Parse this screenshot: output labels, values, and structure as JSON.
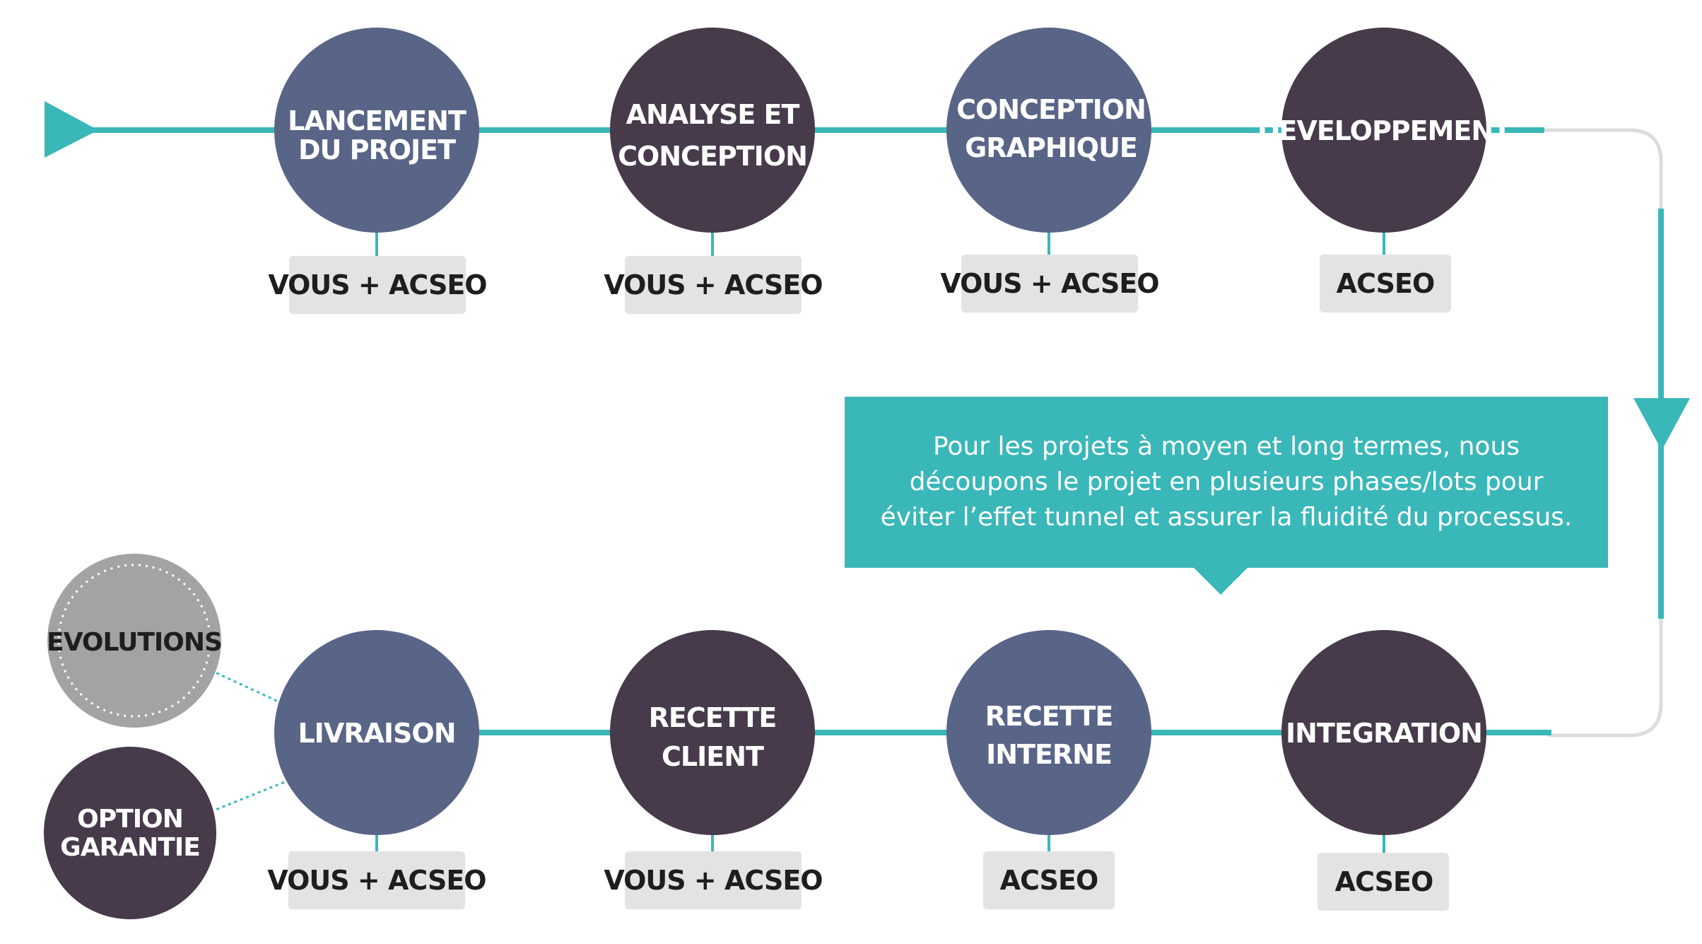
{
  "colors": {
    "teal": "#3ab7b9",
    "slate": "#596587",
    "plum": "#463a4b",
    "gray_circle": "#a3a3a5",
    "badge": "#e3e3e3",
    "connector_gray": "#dcdcdc"
  },
  "steps_top": [
    {
      "line1": "LANCEMENT",
      "line2": "DU PROJET",
      "role": "VOUS + ACSEO"
    },
    {
      "line1": "ANALYSE ET",
      "line2": "CONCEPTION",
      "role": "VOUS + ACSEO"
    },
    {
      "line1": "CONCEPTION",
      "line2": "GRAPHIQUE",
      "role": "VOUS + ACSEO"
    },
    {
      "line1": "DEVELOPPEMENT",
      "line2": "",
      "role": "ACSEO"
    }
  ],
  "steps_bottom": [
    {
      "line1": "LIVRAISON",
      "line2": "",
      "role": "VOUS + ACSEO"
    },
    {
      "line1": "RECETTE",
      "line2": "CLIENT",
      "role": "VOUS + ACSEO"
    },
    {
      "line1": "RECETTE",
      "line2": "INTERNE",
      "role": "ACSEO"
    },
    {
      "line1": "INTEGRATION",
      "line2": "",
      "role": "ACSEO"
    }
  ],
  "options": {
    "evolutions": "EVOLUTIONS",
    "garantie_line1": "OPTION",
    "garantie_line2": "GARANTIE"
  },
  "info": {
    "line1": "Pour les projets à moyen et long termes, nous",
    "line2": "découpons le projet en plusieurs phases/lots pour",
    "line3": "éviter l’effet tunnel et assurer la fluidité du processus."
  }
}
